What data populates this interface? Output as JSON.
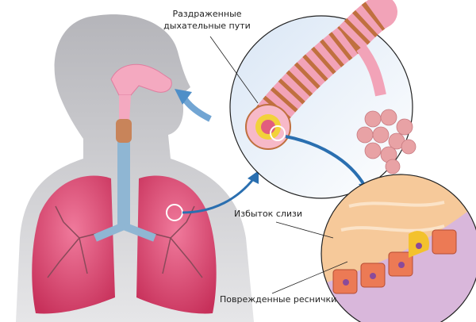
{
  "labels": {
    "irritated_airways_line1": "Раздраженные",
    "irritated_airways_line2": "дыхательные пути",
    "excess_mucus": "Избыток слизи",
    "damaged_cilia": "Поврежденные реснички"
  },
  "colors": {
    "silhouette": "#b9b9bd",
    "lung": "#e0527a",
    "trachea": "#8fb6d3",
    "arrow": "#2a6fb0",
    "bronchus": "#f2a3b8",
    "bronchus_band": "#c0703f",
    "mucus": "#f6c99a",
    "alveoli": "#e8a2a5"
  }
}
